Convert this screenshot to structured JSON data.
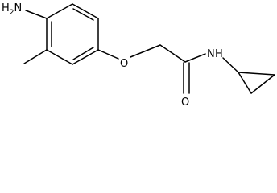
{
  "molecule": {
    "atoms": {
      "amino": {
        "main": "H",
        "sub": "2",
        "tail": "N"
      },
      "ether_oxygen": "O",
      "carbonyl_oxygen": "O",
      "amide": "N",
      "amide_hydrogen": "H"
    },
    "colors": {
      "bond": "#000000",
      "label": "#000000",
      "background": "#ffffff"
    }
  }
}
